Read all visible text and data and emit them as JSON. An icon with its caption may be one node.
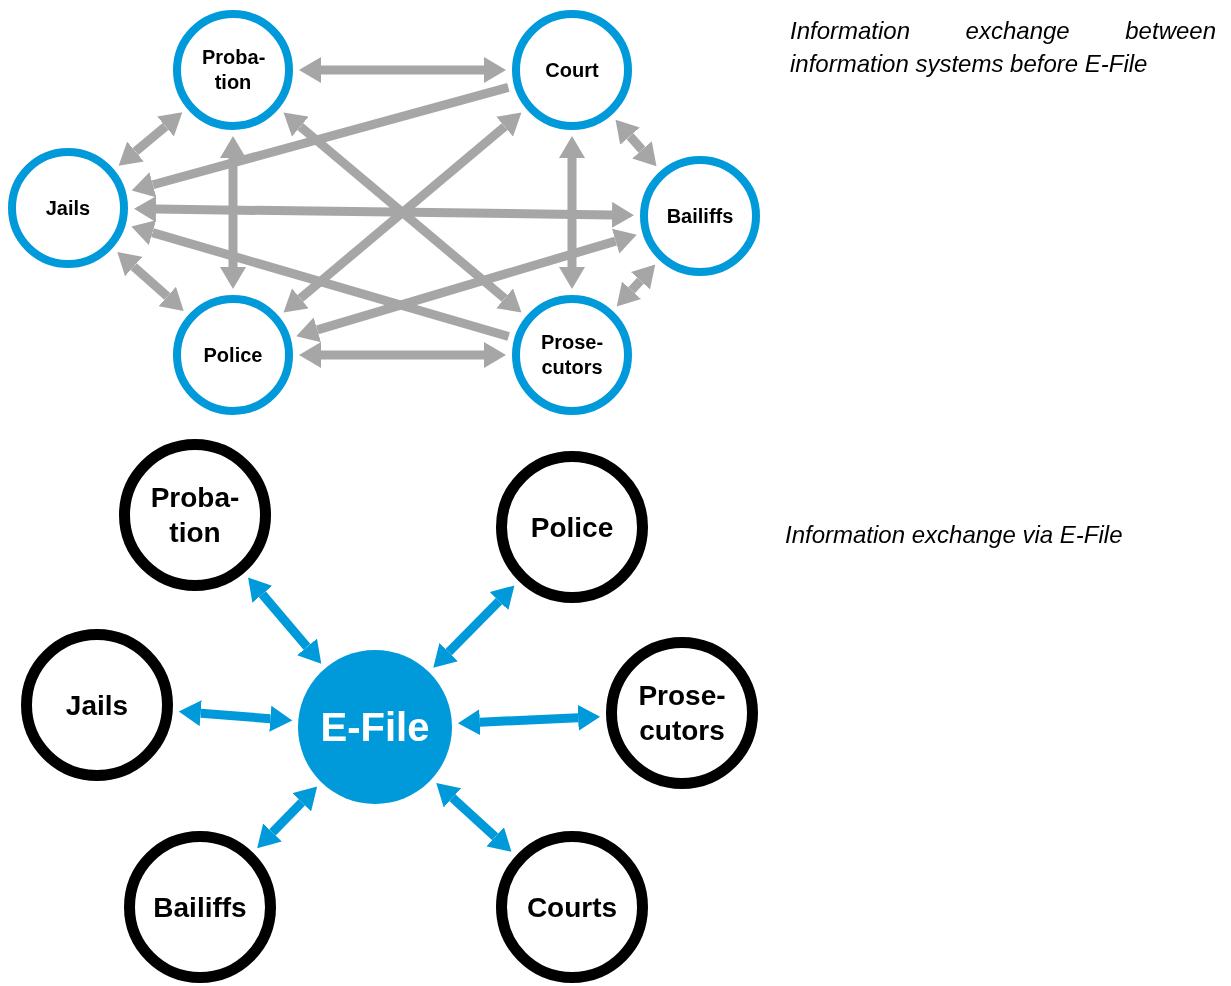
{
  "diagram": {
    "nodes": [
      {
        "text": [
          "Proba- tion"
        ]
      },
      {
        "text": [
          "Court"
        ]
      },
      {
        "text": [
          "Jails"
        ]
      },
      {
        "text": [
          "Bailiffs"
        ]
      },
      {
        "text": [
          "Police"
        ]
      },
      {
        "text": [
          "Prose- cutors"
        ]
      },
      {
        "text": [
          "Proba- tion"
        ]
      },
      {
        "text": [
          "Police"
        ]
      },
      {
        "text": [
          "Jails"
        ]
      },
      {
        "text": [
          "E-File"
        ]
      },
      {
        "text": [
          "Prose- cutors"
        ]
      },
      {
        "text": [
          "Bailiffs"
        ]
      },
      {
        "text": [
          "Courts"
        ]
      }
    ],
    "edges": [
      {
        "from": 0,
        "to": 1,
        "arrow": "both"
      },
      {
        "from": 0,
        "to": 2,
        "arrow": "both"
      },
      {
        "from": 1,
        "to": 3,
        "arrow": "both"
      },
      {
        "from": 2,
        "to": 4,
        "arrow": "both"
      },
      {
        "from": 3,
        "to": 5,
        "arrow": "both"
      },
      {
        "from": 4,
        "to": 5,
        "arrow": "both"
      },
      {
        "from": 1,
        "to": 2,
        "arrow": "to"
      },
      {
        "from": 0,
        "to": 4,
        "arrow": "both"
      },
      {
        "from": 1,
        "to": 5,
        "arrow": "both"
      },
      {
        "from": 2,
        "to": 3,
        "arrow": "both"
      },
      {
        "from": 4,
        "to": 1,
        "arrow": "both"
      },
      {
        "from": 0,
        "to": 5,
        "arrow": "both"
      },
      {
        "from": 5,
        "to": 2,
        "arrow": "to"
      },
      {
        "from": 4,
        "to": 3,
        "arrow": "both"
      },
      {
        "from": 9,
        "to": 6,
        "arrow": "both",
        "color": "#0099d9"
      },
      {
        "from": 9,
        "to": 7,
        "arrow": "both",
        "color": "#0099d9"
      },
      {
        "from": 9,
        "to": 8,
        "arrow": "both",
        "color": "#0099d9"
      },
      {
        "from": 9,
        "to": 10,
        "arrow": "both",
        "color": "#0099d9"
      },
      {
        "from": 9,
        "to": 11,
        "arrow": "both",
        "color": "#0099d9"
      },
      {
        "from": 9,
        "to": 12,
        "arrow": "both",
        "color": "#0099d9"
      }
    ],
    "labels": [
      "Information exchange between information systems before E-File",
      "Information exchange via E-File"
    ]
  }
}
